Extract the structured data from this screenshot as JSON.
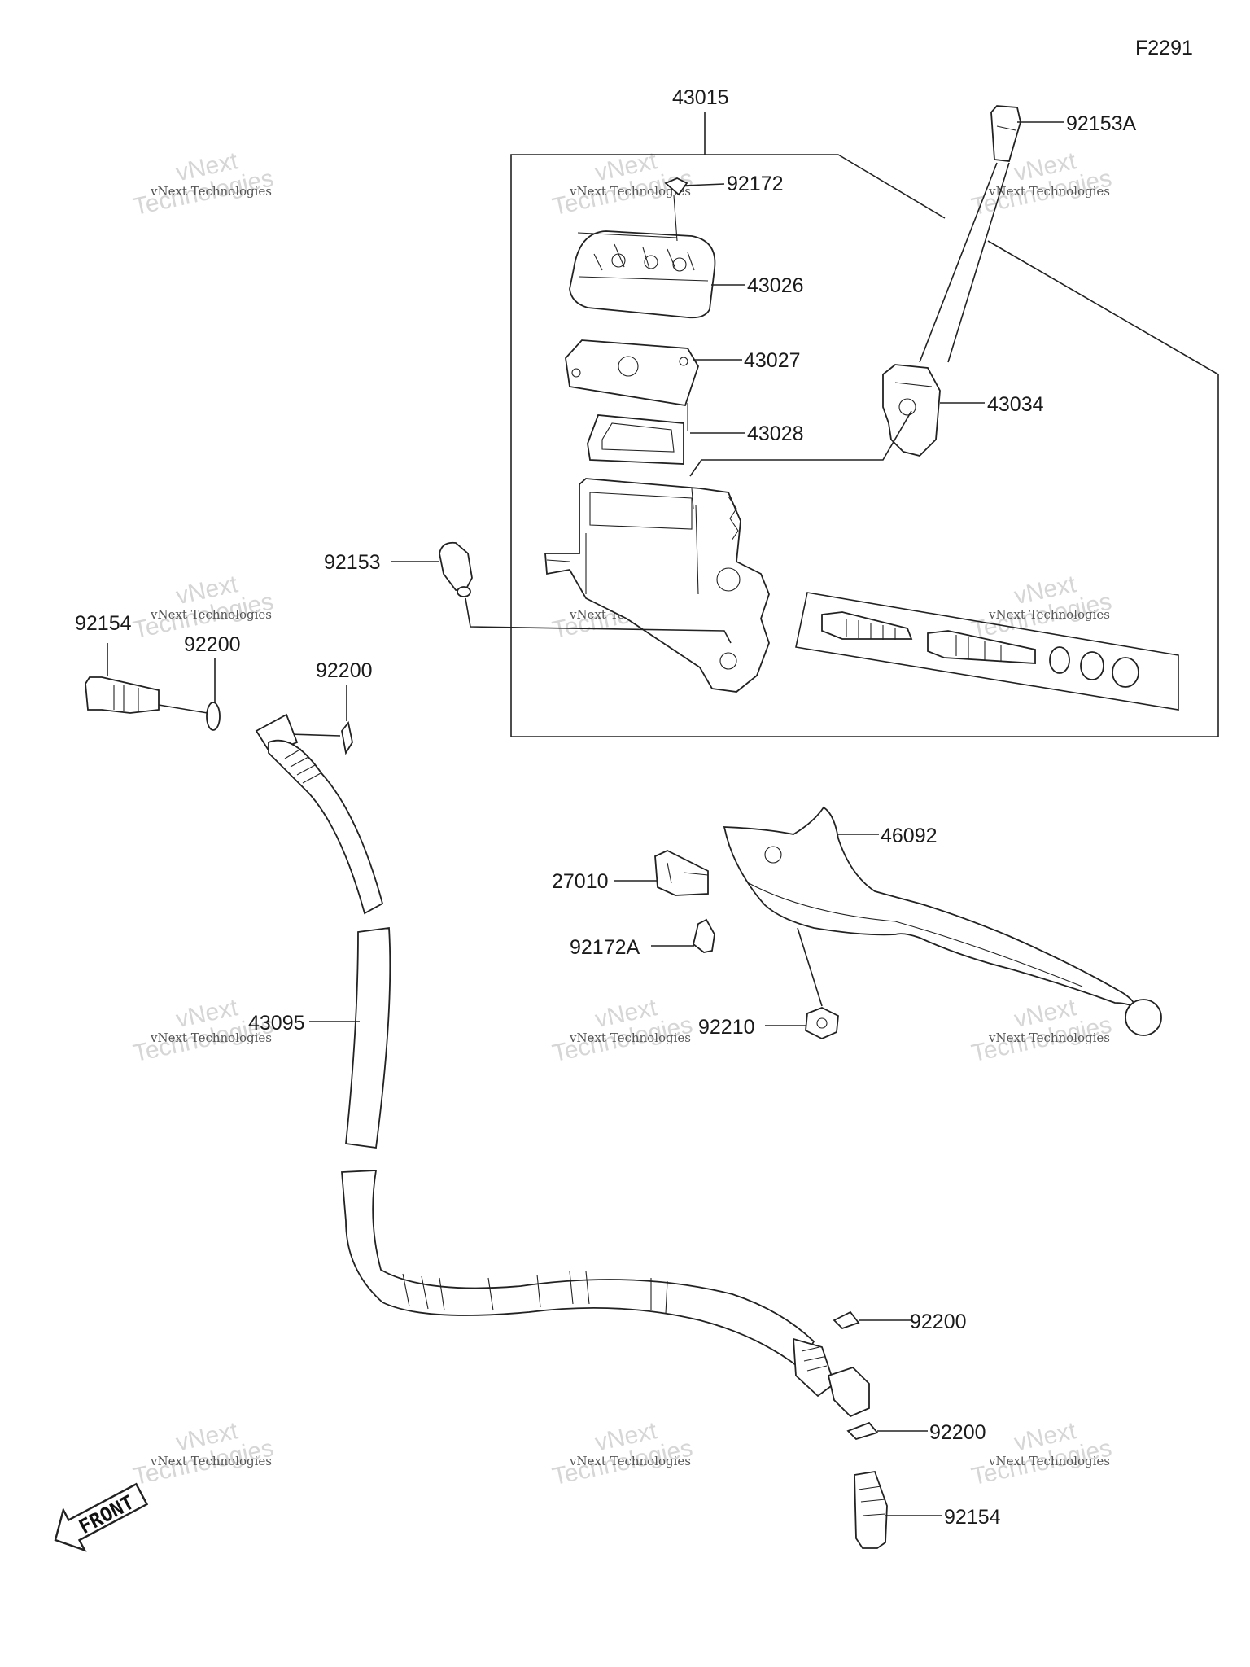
{
  "diagram_code": "F2291",
  "callouts": {
    "c43015": "43015",
    "c92153A": "92153A",
    "c92172": "92172",
    "c43026": "43026",
    "c43027": "43027",
    "c43028": "43028",
    "c43034": "43034",
    "c92153": "92153",
    "c92154_top": "92154",
    "c92200_a": "92200",
    "c92200_b": "92200",
    "c46092": "46092",
    "c27010": "27010",
    "c92172A": "92172A",
    "c92210": "92210",
    "c43095": "43095",
    "c92200_c": "92200",
    "c92200_d": "92200",
    "c92154_bot": "92154"
  },
  "front_badge": "FRONT",
  "watermark": {
    "line1": "vNext Technologies",
    "line2": "vNext",
    "line3": "Technologies"
  }
}
